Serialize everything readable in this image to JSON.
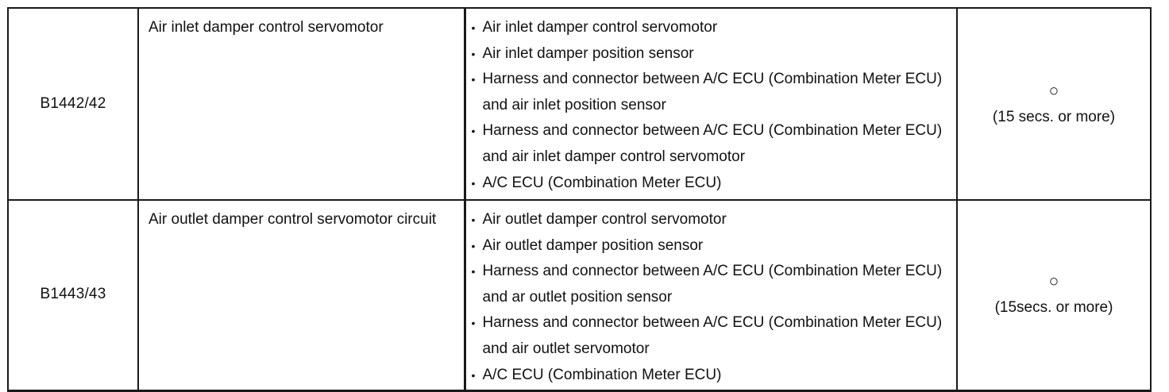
{
  "rows": [
    {
      "dtc_no": "B1442/42",
      "detection_item": "Air inlet damper control servomotor",
      "trouble_area": [
        "Air inlet damper control servomotor",
        "Air inlet damper position sensor",
        "Harness and connector between A/C ECU (Combination Meter ECU) and air inlet position sensor",
        "Harness and connector between A/C ECU (Combination Meter ECU) and air inlet damper control servomotor",
        "A/C ECU (Combination Meter ECU)"
      ],
      "memory_mark": "○",
      "memory_note": "(15 secs. or more)"
    },
    {
      "dtc_no": "B1443/43",
      "detection_item": "Air outlet damper control servomotor circuit",
      "trouble_area": [
        "Air outlet damper control servomotor",
        "Air outlet damper position sensor",
        "Harness and connector between A/C ECU (Combination Meter ECU) and ar outlet position sensor",
        "Harness and connector between A/C ECU (Combination Meter ECU) and air outlet servomotor",
        "A/C ECU (Combination Meter ECU)"
      ],
      "memory_mark": "○",
      "memory_note": "(15secs. or more)"
    }
  ],
  "bullet_symbol": "•"
}
